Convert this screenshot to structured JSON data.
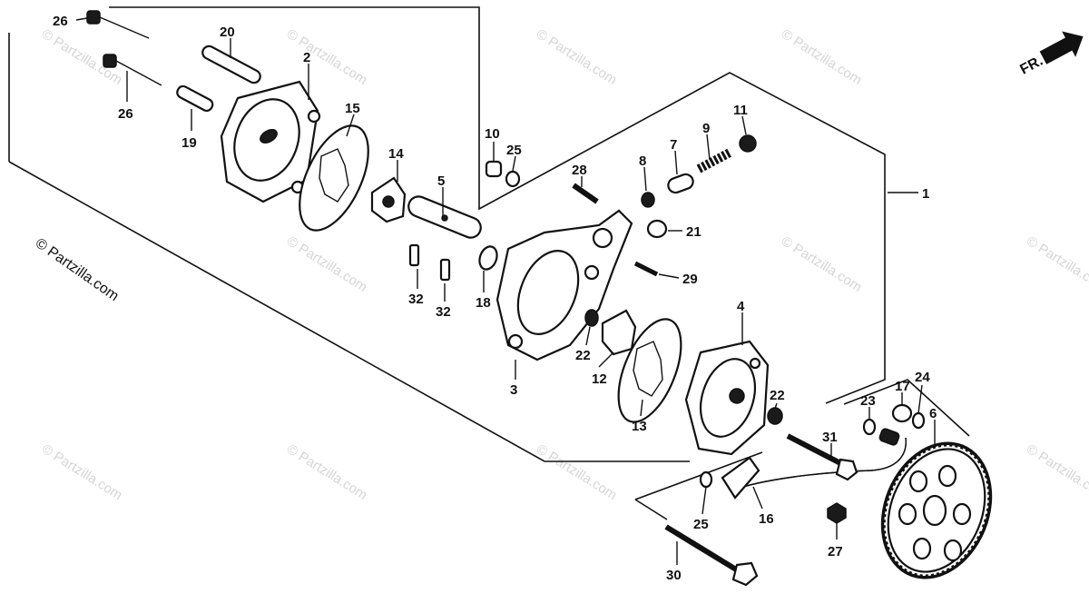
{
  "watermark": "© Partzilla.com",
  "direction_marker": "FR.",
  "callouts": {
    "p1": "1",
    "p2": "2",
    "p3": "3",
    "p4": "4",
    "p5": "5",
    "p6": "6",
    "p7": "7",
    "p8": "8",
    "p9": "9",
    "p10": "10",
    "p11": "11",
    "p12": "12",
    "p13": "13",
    "p14": "14",
    "p15": "15",
    "p16": "16",
    "p17": "17",
    "p18": "18",
    "p19": "19",
    "p20": "20",
    "p21": "21",
    "p22a": "22",
    "p22b": "22",
    "p23": "23",
    "p24": "24",
    "p25a": "25",
    "p25b": "25",
    "p26a": "26",
    "p26b": "26",
    "p27": "27",
    "p28": "28",
    "p29": "29",
    "p30": "30",
    "p31": "31",
    "p32a": "32",
    "p32b": "32"
  }
}
